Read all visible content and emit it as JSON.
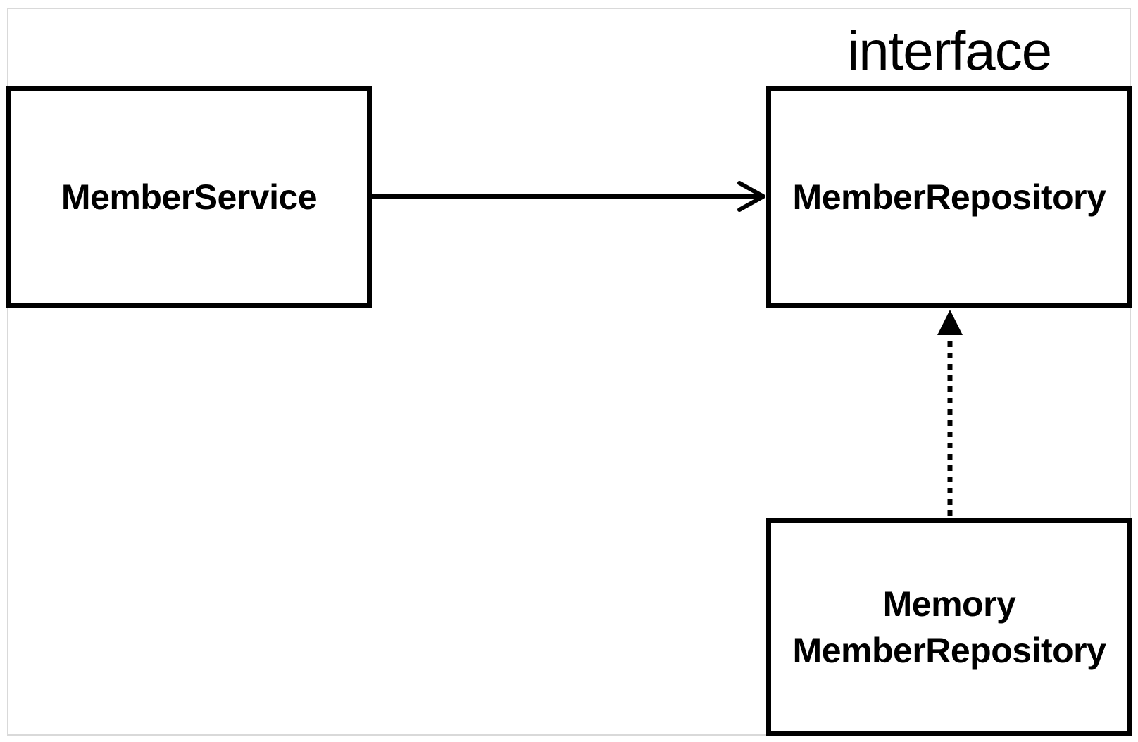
{
  "diagram": {
    "stereotype_label": "interface",
    "nodes": {
      "member_service": {
        "label": "MemberService"
      },
      "member_repository": {
        "label": "MemberRepository"
      },
      "memory_member_repository": {
        "line1": "Memory",
        "line2": "MemberRepository"
      }
    },
    "edges": [
      {
        "from": "MemberService",
        "to": "MemberRepository",
        "style": "solid",
        "arrowhead": "open"
      },
      {
        "from": "MemoryMemberRepository",
        "to": "MemberRepository",
        "style": "dotted",
        "arrowhead": "filled"
      }
    ],
    "colors": {
      "stroke": "#000000",
      "background": "#ffffff",
      "frame_border": "#d9d9d9"
    }
  }
}
